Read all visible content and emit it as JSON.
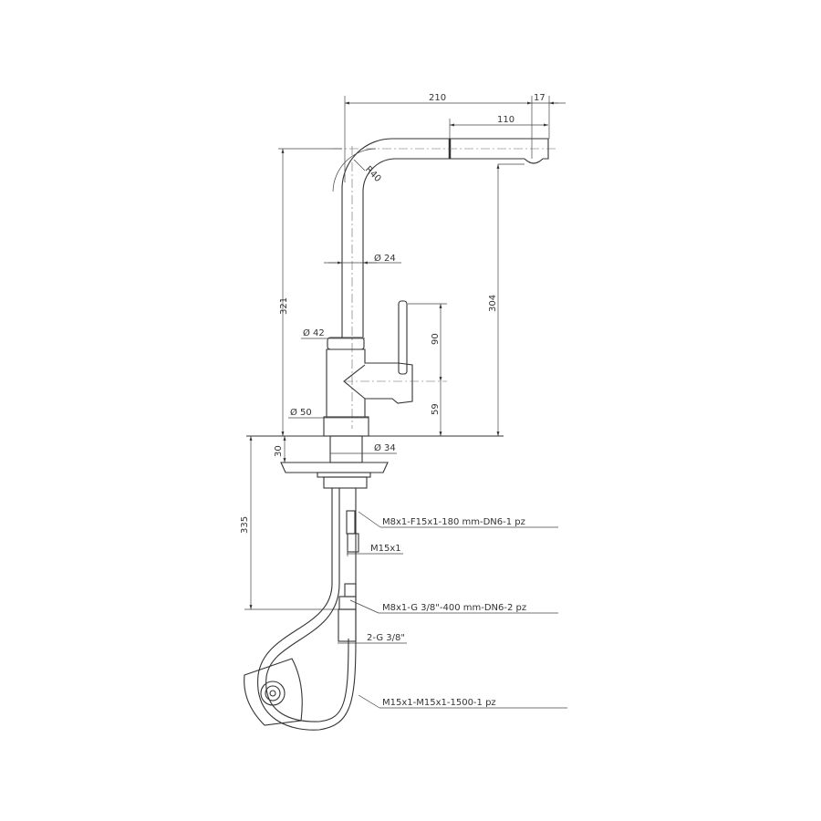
{
  "dimensions": {
    "d210": "210",
    "d17": "17",
    "d110": "110",
    "r40": "R40",
    "dia24": "Ø 24",
    "d321": "321",
    "d304": "304",
    "dia42": "Ø 42",
    "d90": "90",
    "d59": "59",
    "dia50": "Ø 50",
    "dia34": "Ø 34",
    "d30": "30",
    "d335": "335"
  },
  "callouts": {
    "hose_short": "M8x1-F15x1-180 mm-DN6-1 pz",
    "thread": "M15x1",
    "hose_long": "M8x1-G 3/8\"-400 mm-DN6-2 pz",
    "connection": "2-G 3/8\"",
    "hose_pullout": "M15x1-M15x1-1500-1 pz"
  },
  "colors": {
    "line": "#333333",
    "background": "#ffffff"
  }
}
